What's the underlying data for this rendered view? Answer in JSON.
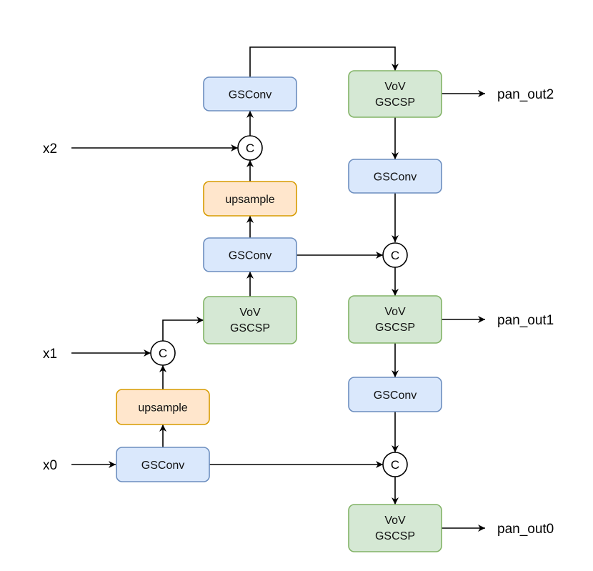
{
  "colors": {
    "blue_fill": "#dae8fc",
    "blue_stroke": "#6c8ebf",
    "green_fill": "#d5e8d4",
    "green_stroke": "#82b366",
    "orange_fill": "#ffe6cc",
    "orange_stroke": "#d79b00"
  },
  "inputs": {
    "x0": "x0",
    "x1": "x1",
    "x2": "x2"
  },
  "outputs": {
    "pan_out0": "pan_out0",
    "pan_out1": "pan_out1",
    "pan_out2": "pan_out2"
  },
  "concat_symbol": "C",
  "nodes": {
    "gsconv_left_top": "GSConv",
    "upsample_left_top": "upsample",
    "gsconv_left_mid": "GSConv",
    "vov_left": [
      "VoV",
      "GSCSP"
    ],
    "upsample_left_bottom": "upsample",
    "gsconv_left_bottom": "GSConv",
    "vov_right_top": [
      "VoV",
      "GSCSP"
    ],
    "gsconv_right_top": "GSConv",
    "vov_right_mid": [
      "VoV",
      "GSCSP"
    ],
    "gsconv_right_mid": "GSConv",
    "vov_right_bottom": [
      "VoV",
      "GSCSP"
    ]
  }
}
